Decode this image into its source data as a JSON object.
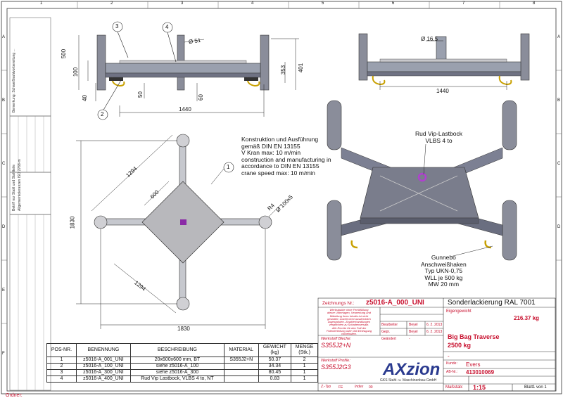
{
  "footer": {
    "ordner_label": "Ordner:"
  },
  "grid": {
    "columns": [
      "1",
      "2",
      "3",
      "4",
      "5",
      "6",
      "7",
      "8"
    ],
    "rows": [
      "A",
      "B",
      "C",
      "D",
      "E",
      "F"
    ]
  },
  "dimensions": {
    "top_left": {
      "d500": "500",
      "d100": "100",
      "d40": "40",
      "d50": "50",
      "d60": "60",
      "d353": "353",
      "d401": "401",
      "d1440": "1440",
      "phi51": "Ø 51"
    },
    "top_right": {
      "phi165": "Ø 16.5",
      "d1440": "1440"
    },
    "plan": {
      "d1830_v": "1830",
      "d1830_h": "1830",
      "d1294_a": "1294",
      "d1294_b": "1294",
      "d600": "600",
      "r4": "R4",
      "phi100": "Ø 100x5"
    }
  },
  "balloons": {
    "b1": "1",
    "b2": "2",
    "b3": "3",
    "b4": "4"
  },
  "notes": {
    "construction": [
      "Konstruktion und Ausführung",
      "gemäß DIN EN 13155",
      "V Kran max: 10 m/min",
      "construction and manufacturing in",
      "accordance to DIN EN 13155",
      "crane speed max: 10 m/min"
    ],
    "vip_lastbock": [
      "Rud Vip-Lastbock",
      "VLBS 4 to"
    ],
    "gunnebo": [
      "Gunnebo",
      "Anschweißhaken",
      "Typ UKN-0,75",
      "WLL je 500 kg",
      "MW 20 mm"
    ]
  },
  "parts_table": {
    "headers": [
      "POS-NR.",
      "BENENNUNG",
      "BESCHREIBUNG",
      "MATERIAL",
      "GEWICHT\n(kg)",
      "MENGE\n(Stk.)"
    ],
    "header_gewicht": [
      "GEWICHT",
      "(kg)"
    ],
    "header_menge": [
      "MENGE",
      "(Stk.)"
    ],
    "rows": [
      [
        "1",
        "z5016-A_001_UNI",
        "20x600x600 mm, BT",
        "S355J2+N",
        "50.37",
        "2"
      ],
      [
        "2",
        "z5016-A_100_UNI",
        "siehe z5016-A_100",
        "",
        "34.34",
        "1"
      ],
      [
        "3",
        "z5016-A_300_UNI",
        "siehe z5016-A_300",
        "",
        "80.45",
        "1"
      ],
      [
        "4",
        "z5016-A_400_UNI",
        "Rud Vip Lastbock, VLBS 4 to, NT",
        "",
        "0.83",
        "1"
      ]
    ]
  },
  "title_block": {
    "zeichnungs_label": "Zeichnungs Nr.:",
    "zeichnungs_nr": "z5016-A_000_UNI",
    "finish": "Sonderlackierung RAL 7001",
    "eigengewicht_label": "Eigengewicht",
    "eigengewicht": "216.37 kg",
    "bearbeiter_label": "Bearbeiter",
    "gepr_label": "Gepr.",
    "geandert_label": "Geändert",
    "bearbeiter": "Beyel",
    "bearbeiter_date": "6. 2. 2013",
    "gepr": "Beyel",
    "gepr_date": "6. 2. 2013",
    "geandert": "-",
    "title": "Big Bag Traverse",
    "capacity": "2500 kg",
    "dash": "-",
    "kunde_label": "Kunde:",
    "kunde": "Evers",
    "ab_label": "AB-Nr.:",
    "ab_nr": "413010069",
    "massstab_label": "Maßstab:",
    "massstab": "1:15",
    "blatt": "Blatt1 von 1",
    "werkstoff_label": "Werkstoff Bleche:",
    "werkstoff": "S355J2+N",
    "werkstoff_profile_label": "Werkstoff Profile:",
    "werkstoff_profile": "S355J2G3",
    "ztyp_label": "Z.-Typ",
    "ztyp": "FE",
    "index_label": "Index",
    "index": "00",
    "company": "AXzion",
    "company_sub": "GKS Stahl- u. Maschinenbau GmbH",
    "welding_note": [
      "Werkstpakte ohne Fertikfüllung",
      "dieser Unterlagen, Verwertung und",
      "Mitteilung ihres Inhalts ist nicht",
      "gestattet, soweit nicht ausdrücklich",
      "zugestanden. Zuwiderhandlungen",
      "verpflichten zu Schadensersatz.",
      "Alle Rechte für den Fall der",
      "Patenterteilung oder GM-Eintragung",
      "vorbehalten."
    ]
  },
  "side_labels": {
    "schweiss": "Bemerkung: Schweißnahtvorbereitung ...",
    "behandlung": "Betriff nur Stahl und Stahlteile",
    "toleranz": "Allgemeintoleranzen ISO 2768-m"
  },
  "colors": {
    "accent_red": "#c8102e",
    "tube": "#8a8d9a",
    "plate": "#b8b8bc",
    "steel": "#6f7283"
  }
}
